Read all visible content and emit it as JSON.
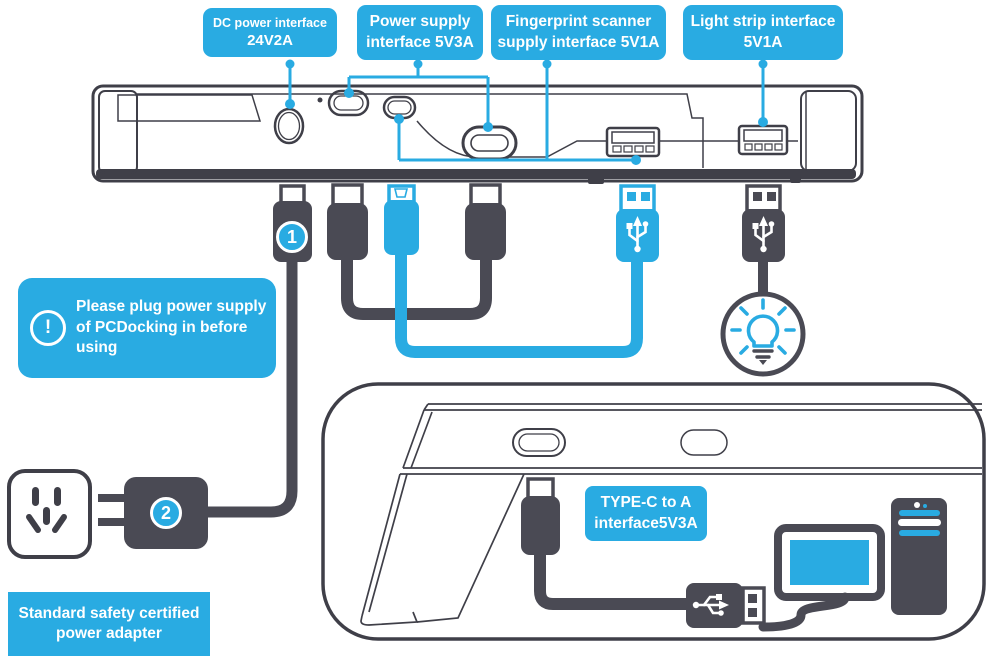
{
  "colors": {
    "accent_blue": "#29abe2",
    "dark": "#4a4a54",
    "line": "#3f3f48",
    "white": "#ffffff"
  },
  "top_labels": [
    {
      "id": "dc-power",
      "line1": "DC power interface",
      "line2": "24V2A"
    },
    {
      "id": "power-supply",
      "line1": "Power supply",
      "line2": "interface 5V3A"
    },
    {
      "id": "fingerprint",
      "line1": "Fingerprint scanner",
      "line2": "supply interface 5V1A"
    },
    {
      "id": "light-strip",
      "line1": "Light strip interface",
      "line2": "5V1A"
    }
  ],
  "callout": {
    "icon": "!",
    "lines": [
      "Please plug power supply",
      "of PCDocking in before",
      "using"
    ]
  },
  "steps": {
    "step1": "1",
    "step2": "2"
  },
  "adapter_label": {
    "line1": "Standard safety certified",
    "line2": "power adapter"
  },
  "typec_label": {
    "line1": "TYPE-C to A",
    "line2": "interface5V3A"
  },
  "icons": {
    "exclamation": "!",
    "usb_trident": "usb-symbol",
    "light_bulb": "bulb-with-rays",
    "wall_socket": "cn-power-outlet"
  }
}
